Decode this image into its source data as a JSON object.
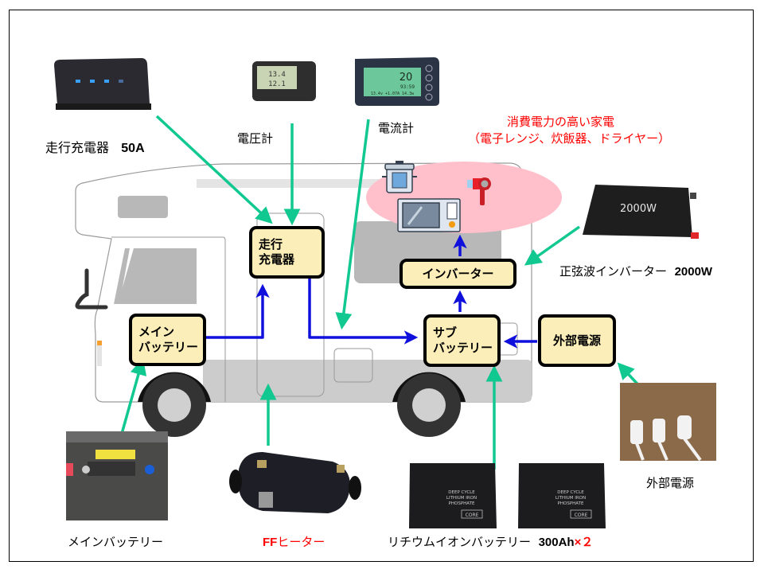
{
  "diagram": {
    "title": "Camper van electrical system",
    "colors": {
      "power_flow_arrow": "#1010dd",
      "device_link_arrow": "#10c890",
      "box_fill": "#fbeeb8",
      "highlight_bubble": "#ffc0cb",
      "accent_text": "#ff0000"
    },
    "boxes": {
      "travel_charger": {
        "line1": "走行",
        "line2": "充電器"
      },
      "main_battery": {
        "line1": "メイン",
        "line2": "バッテリー"
      },
      "inverter": {
        "label": "インバーター"
      },
      "sub_battery": {
        "line1": "サブ",
        "line2": "バッテリー"
      },
      "external_power": {
        "label": "外部電源"
      }
    },
    "device_labels": {
      "travel_charger": {
        "text": "走行充電器",
        "spec": "50A"
      },
      "voltmeter": {
        "text": "電圧計"
      },
      "ammeter": {
        "text": "電流計"
      },
      "appliances_title": "消費電力の高い家電",
      "appliances_examples": "（電子レンジ、炊飯器、ドライヤー）",
      "sine_inverter": {
        "text": "正弦波インバーター",
        "spec": "2000W"
      },
      "external_power_plug": {
        "text": "外部電源"
      },
      "main_battery": {
        "text": "メインバッテリー"
      },
      "ff_heater": {
        "prefix": "FF",
        "text": "ヒーター"
      },
      "lithium_battery": {
        "text": "リチウムイオンバッテリー",
        "spec": "300Ah",
        "multiplier": "×２"
      }
    },
    "device_photos": {
      "voltmeter_display": [
        "13.4",
        "12.1"
      ],
      "ammeter_display": [
        "20",
        "93:59",
        "13.4v +1.07A 14.3w"
      ],
      "inverter_rating": "2000W",
      "lithium_battery_print": [
        "DEEP CYCLE",
        "LITHIUM IRON",
        "PHOSPHATE",
        "CORE"
      ]
    }
  }
}
